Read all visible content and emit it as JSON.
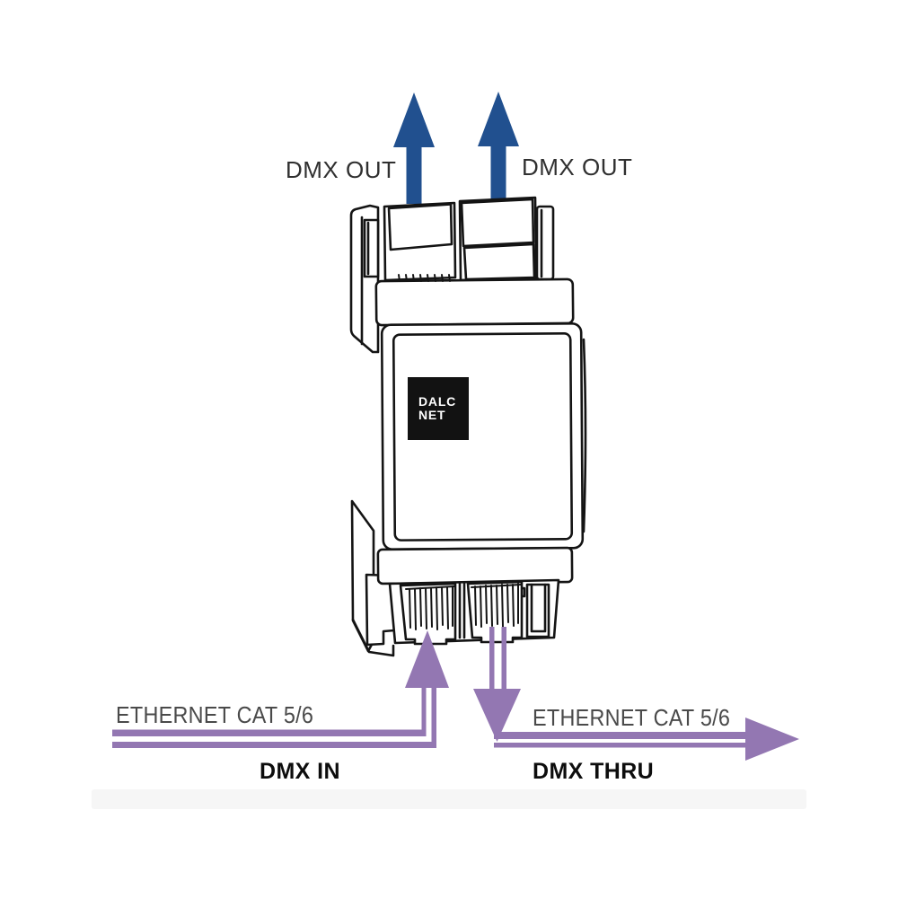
{
  "diagram": {
    "title_hint": "DIN-rail DMX gateway wiring diagram",
    "device": {
      "brand_line1": "DALC",
      "brand_line2": "NET"
    },
    "labels": {
      "dmx_out_left": "DMX OUT",
      "dmx_out_right": "DMX OUT",
      "ethernet_left": "ETHERNET CAT 5/6",
      "ethernet_right": "ETHERNET CAT 5/6",
      "dmx_in": "DMX IN",
      "dmx_thru": "DMX THRU"
    },
    "colors": {
      "dmx_arrow": "#21508f",
      "ethernet_arrow": "#9377b2",
      "line_art": "#141414",
      "logo_bg": "#121212",
      "logo_text": "#ffffff",
      "label_dark": "#303030",
      "label_gray": "#4a4a4a",
      "background": "#ffffff",
      "footer_band": "#f6f6f6"
    }
  }
}
